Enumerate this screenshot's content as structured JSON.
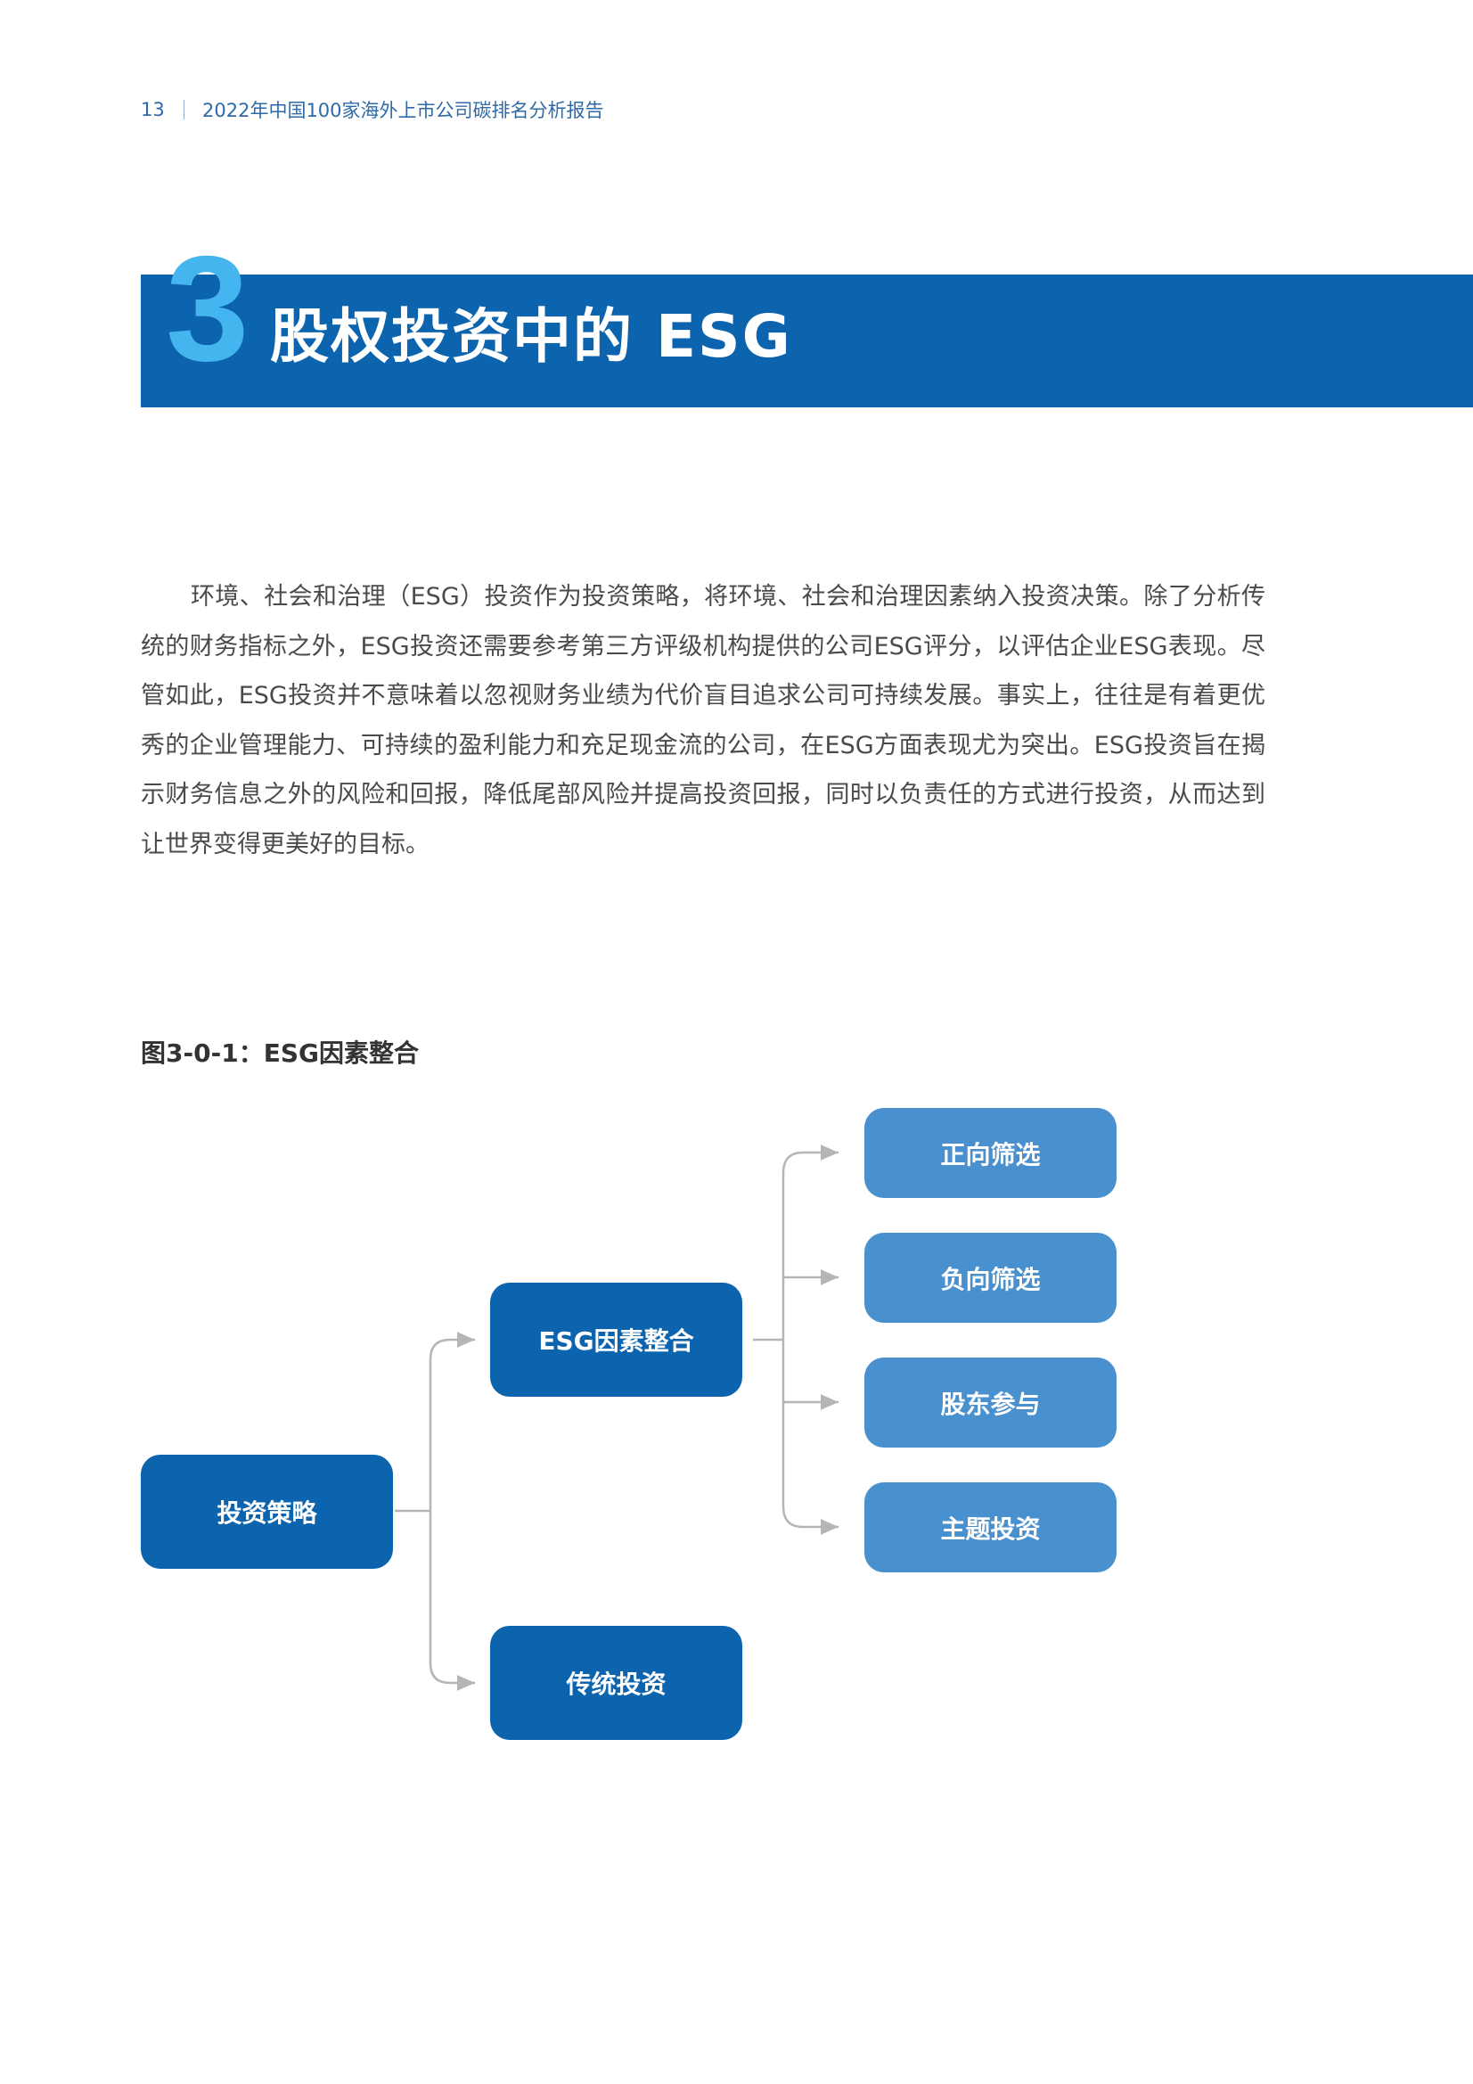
{
  "header": {
    "page_number": "13",
    "report_title": "2022年中国100家海外上市公司碳排名分析报告"
  },
  "chapter": {
    "number": "3",
    "title": "股权投资中的 ESG"
  },
  "paragraph": "环境、社会和治理（ESG）投资作为投资策略，将环境、社会和治理因素纳入投资决策。除了分析传统的财务指标之外，ESG投资还需要参考第三方评级机构提供的公司ESG评分，以评估企业ESG表现。尽管如此，ESG投资并不意味着以忽视财务业绩为代价盲目追求公司可持续发展。事实上，往往是有着更优秀的企业管理能力、可持续的盈利能力和充足现金流的公司，在ESG方面表现尤为突出。ESG投资旨在揭示财务信息之外的风险和回报，降低尾部风险并提高投资回报，同时以负责任的方式进行投资，从而达到让世界变得更美好的目标。",
  "figure": {
    "caption": "图3-0-1：ESG因素整合",
    "root": "投资策略",
    "level1": [
      "ESG因素整合",
      "传统投资"
    ],
    "level2": [
      "正向筛选",
      "负向筛选",
      "股东参与",
      "主题投资"
    ],
    "colors": {
      "dark": "#0c64af",
      "light": "#4990cf",
      "connector": "#b5b5b5"
    }
  }
}
